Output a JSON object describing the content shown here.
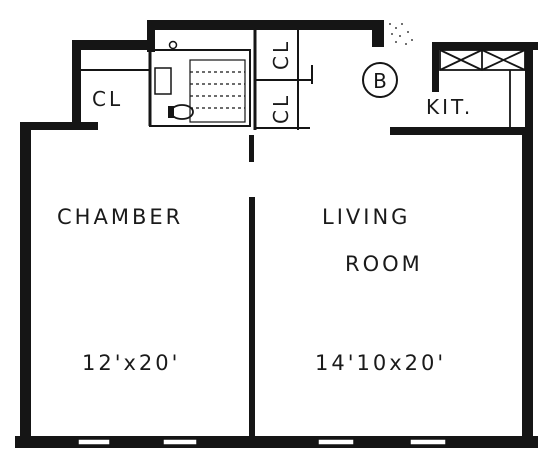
{
  "floor_plan": {
    "unit_label": "B",
    "rooms": {
      "chamber": {
        "name": "CHAMBER",
        "dimensions": "12'x20'"
      },
      "living": {
        "name_line1": "LIVING",
        "name_line2": "ROOM",
        "dimensions": "14'10x20'"
      },
      "kitchen": {
        "name": "KIT."
      },
      "closet_left": {
        "name": "CL"
      },
      "closet_upper": {
        "name": "CL"
      },
      "closet_lower": {
        "name": "CL"
      }
    }
  }
}
